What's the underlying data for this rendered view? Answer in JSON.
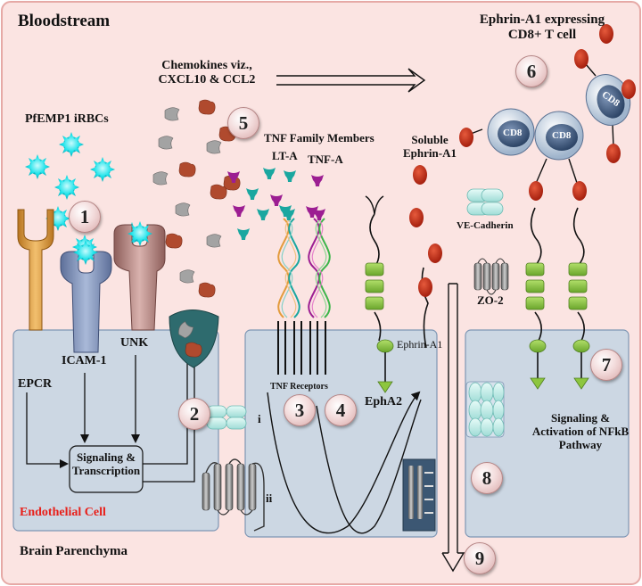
{
  "regions": {
    "bloodstream": "Bloodstream",
    "brain": "Brain Parenchyma",
    "endothelial": "Endothelial Cell"
  },
  "labels": {
    "ephrin_tcell": "Ephrin-A1 expressing CD8+ T cell",
    "chemokines": "Chemokines viz., CXCL10 & CCL2",
    "pfemp1": "PfEMP1 iRBCs",
    "tnf_family": "TNF Family Members",
    "lta": "LT-A",
    "tnfa": "TNF-A",
    "soluble_ephrin": "Soluble Ephrin-A1",
    "ve_cadherin": "VE-Cadherin",
    "zo2": "ZO-2",
    "epcr": "EPCR",
    "icam1": "ICAM-1",
    "unk": "UNK",
    "signaling_transcription": "Signaling & Transcription",
    "tnf_receptors": "TNF Receptors",
    "epha2": "EphA2",
    "ephrin_a1": "Ephrin-A1",
    "nfkb": "Signaling & Activation of NFkB Pathway",
    "cd8": "CD8",
    "roman_i": "i",
    "roman_ii": "ii"
  },
  "steps": [
    "1",
    "2",
    "3",
    "4",
    "5",
    "6",
    "7",
    "8",
    "9"
  ],
  "colors": {
    "background": "#fbe4e2",
    "border": "#e6a9a6",
    "cell": "#ccd7e3",
    "cell_border": "#7e96b4",
    "endothelial_text": "#e8201a",
    "parasite": "#1ee3ea",
    "receptor_orange": "#e3a04d",
    "icam": "#8498bd",
    "unk": "#b98a86",
    "ephrin": "#c8321b",
    "epha2_green": "#8dc63f",
    "tnf_purple": "#9c1e92",
    "tnf_teal": "#1aa7a0",
    "chemokine_red": "#b04a2e",
    "chemokine_gray": "#9c9c9c",
    "cadherin": "#c2ece8",
    "tcell_blue": "#3b5375"
  }
}
